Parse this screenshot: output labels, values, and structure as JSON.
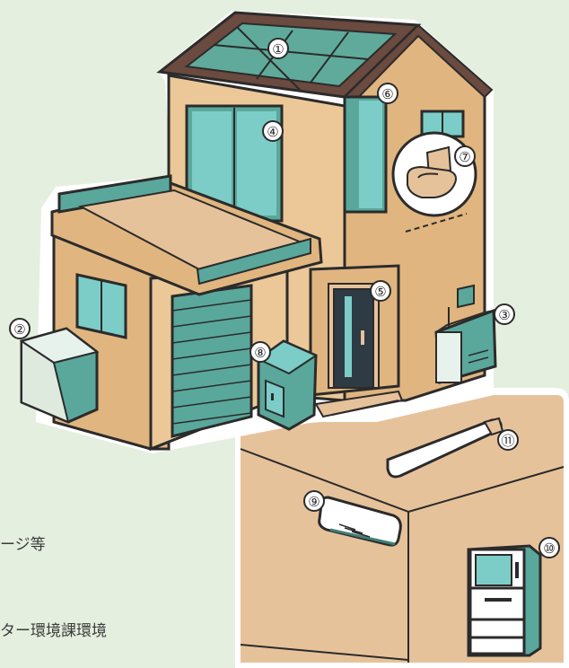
{
  "background_text": {
    "line_1": "ージ等",
    "line_2": "ター環境課環境"
  },
  "markers": [
    "①",
    "②",
    "③",
    "④",
    "⑤",
    "⑥",
    "⑦",
    "⑧",
    "⑨",
    "⑩",
    "⑪"
  ],
  "colors": {
    "background": "#e5efdf",
    "house_wall": "#e0b57f",
    "house_wall_light": "#ecc898",
    "roof": "#6b4a3f",
    "solar_panel": "#5faa9b",
    "glass": "#7ccdc7",
    "teal_dark": "#3d7f77",
    "outline": "#2b2b2b",
    "room_wall": "#e6c29a"
  },
  "icons": [
    "solar-panel-icon",
    "storage-battery-icon",
    "water-heater-icon",
    "window-icon",
    "front-door-icon",
    "slit-window-icon",
    "toilet-icon",
    "outdoor-unit-icon",
    "air-conditioner-icon",
    "refrigerator-icon",
    "led-ceiling-light-icon"
  ]
}
